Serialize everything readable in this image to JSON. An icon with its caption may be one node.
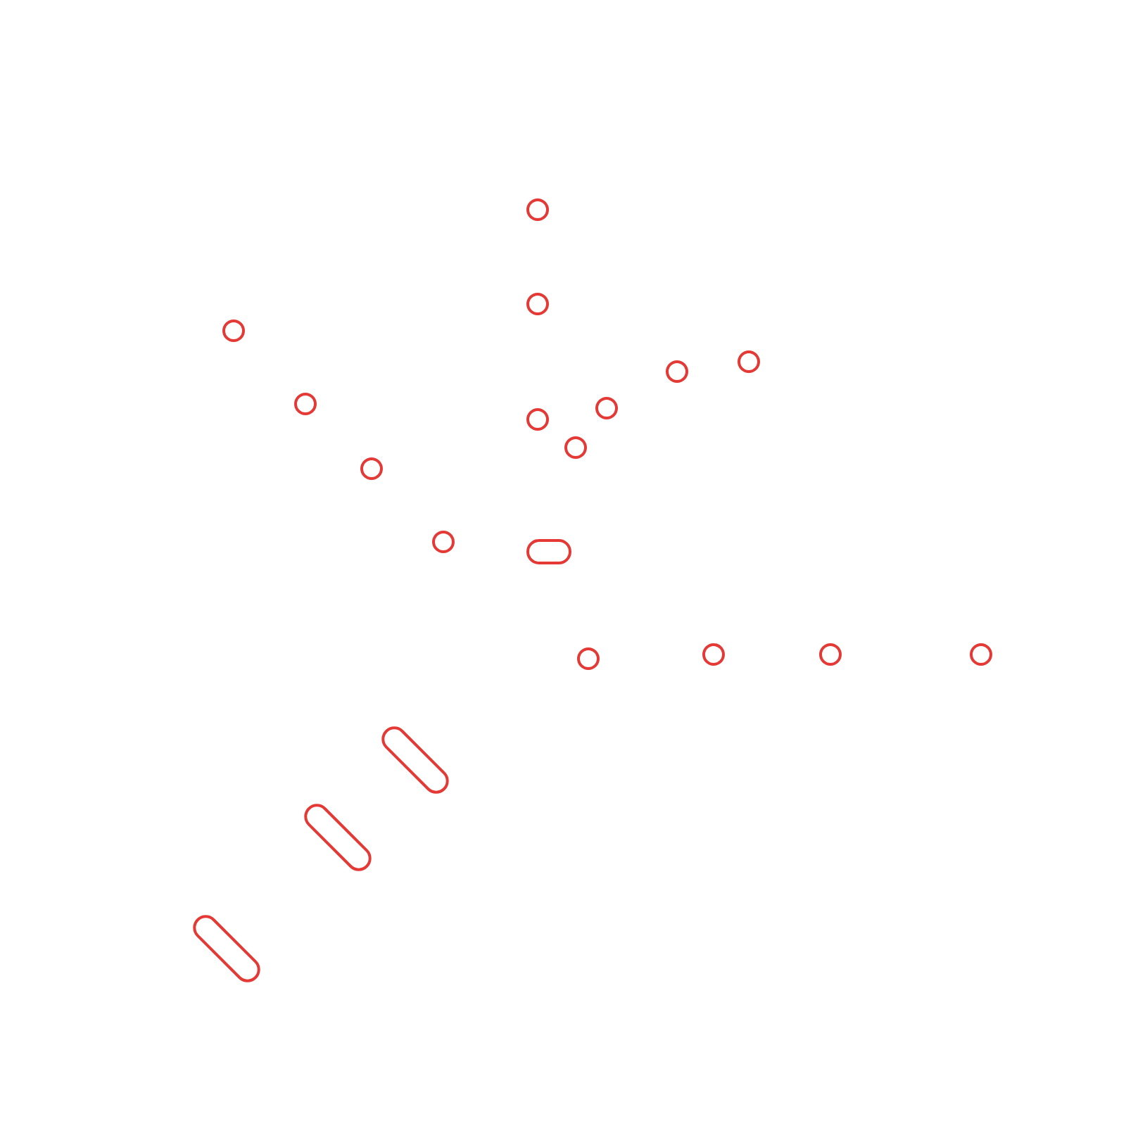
{
  "diagram": {
    "nodes": [
      {
        "text": [],
        "shape": "circle"
      },
      {
        "text": [],
        "shape": "circle"
      },
      {
        "text": [],
        "shape": "circle"
      },
      {
        "text": [],
        "shape": "circle"
      },
      {
        "text": [],
        "shape": "circle"
      },
      {
        "text": [],
        "shape": "circle"
      },
      {
        "text": [],
        "shape": "circle"
      },
      {
        "text": [],
        "shape": "circle"
      },
      {
        "text": [],
        "shape": "circle"
      },
      {
        "text": [],
        "shape": "circle"
      },
      {
        "text": [],
        "shape": "circle"
      },
      {
        "text": [],
        "shape": "pill"
      },
      {
        "text": [],
        "shape": "circle"
      },
      {
        "text": [],
        "shape": "circle"
      },
      {
        "text": [],
        "shape": "circle"
      },
      {
        "text": [],
        "shape": "circle"
      },
      {
        "text": [],
        "shape": "pill"
      },
      {
        "text": [],
        "shape": "pill"
      },
      {
        "text": [],
        "shape": "pill"
      }
    ]
  }
}
